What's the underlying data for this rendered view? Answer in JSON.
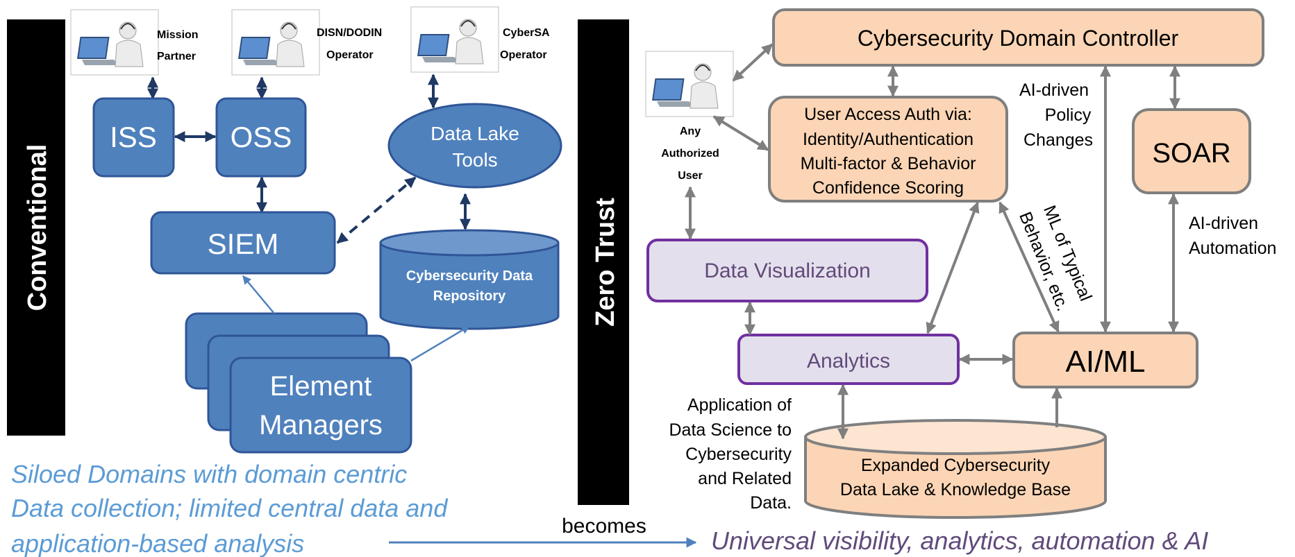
{
  "conventional": {
    "side_label": "Conventional",
    "operators": [
      {
        "line1": "Mission",
        "line2": "Partner"
      },
      {
        "line1": "DISN/DODIN",
        "line2": "Operator"
      },
      {
        "line1": "CyberSA",
        "line2": "Operator"
      }
    ],
    "iss": "ISS",
    "oss": "OSS",
    "siem": "SIEM",
    "data_lake_tools": {
      "line1": "Data Lake",
      "line2": "Tools"
    },
    "repository": {
      "line1": "Cybersecurity  Data",
      "line2": "Repository"
    },
    "element_managers": {
      "line1": "Element",
      "line2": "Managers"
    },
    "caption": {
      "line1": "Siloed Domains with domain centric",
      "line2": "Data collection; limited central data and",
      "line3": "application-based analysis"
    }
  },
  "transition": {
    "label": "becomes"
  },
  "zero_trust": {
    "side_label": "Zero Trust",
    "domain_controller": "Cybersecurity  Domain Controller",
    "any_user": {
      "line1": "Any",
      "line2": "Authorized",
      "line3": "User"
    },
    "user_access": {
      "line1": "User Access Auth via:",
      "line2": "Identity/Authentication",
      "line3": "Multi-factor & Behavior",
      "line4": "Confidence Scoring"
    },
    "policy_label": {
      "line1": "AI-driven",
      "line2": "Policy",
      "line3": "Changes"
    },
    "soar": "SOAR",
    "automation_label": {
      "line1": "AI-driven",
      "line2": "Automation"
    },
    "ml_label": {
      "line1": "ML of Typical",
      "line2": "Behavior, etc."
    },
    "data_visualization": "Data Visualization",
    "analytics": "Analytics",
    "aiml": "AI/ML",
    "application_label": {
      "line1": "Application of",
      "line2": "Data Science to",
      "line3": "Cybersecurity",
      "line4": "and Related",
      "line5": "Data."
    },
    "data_lake": {
      "line1": "Expanded Cybersecurity",
      "line2": "Data Lake & Knowledge Base"
    },
    "caption": "Universal visibility, analytics, automation & AI"
  },
  "colors": {
    "blue_fill": "#4f81bd",
    "blue_stroke": "#2f5597",
    "caption_blue": "#5b9bd5",
    "peach_fill": "#fbd5b5",
    "gray_stroke": "#7f7f7f",
    "lavender_fill": "#e4dfec",
    "purple_stroke": "#7030a0",
    "purple_text": "#604a7b"
  }
}
